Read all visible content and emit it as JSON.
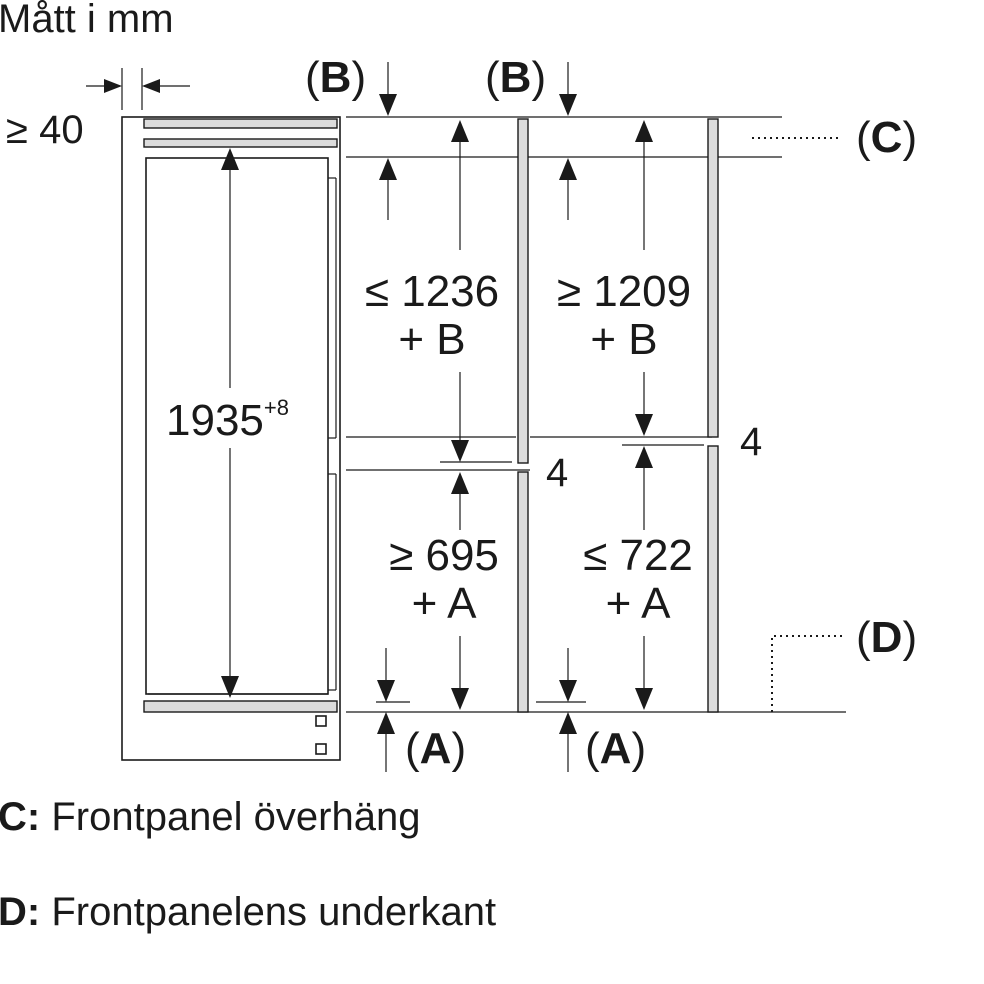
{
  "title": "Mått i mm",
  "dims": {
    "gap_top": "≥ 40",
    "height_base": "1935",
    "height_tol": "+8",
    "upper_left_line1": "≤ 1236",
    "upper_left_line2": "+ B",
    "upper_right_line1": "≥ 1209",
    "upper_right_line2": "+ B",
    "lower_left_line1": "≥ 695",
    "lower_left_line2": "+ A",
    "lower_right_line1": "≤ 722",
    "lower_right_line2": "+ A",
    "gap_left": "4",
    "gap_right": "4"
  },
  "markers": {
    "b_open": "(",
    "b_letter": "B",
    "b_close": ")",
    "a_open": "(",
    "a_letter": "A",
    "a_close": ")",
    "c_open": "(",
    "c_letter": "C",
    "c_close": ")",
    "d_open": "(",
    "d_letter": "D",
    "d_close": ")"
  },
  "legend": [
    {
      "key": "C:",
      "text": " Frontpanel överhäng"
    },
    {
      "key": "D:",
      "text": " Frontpanelens underkant"
    }
  ]
}
